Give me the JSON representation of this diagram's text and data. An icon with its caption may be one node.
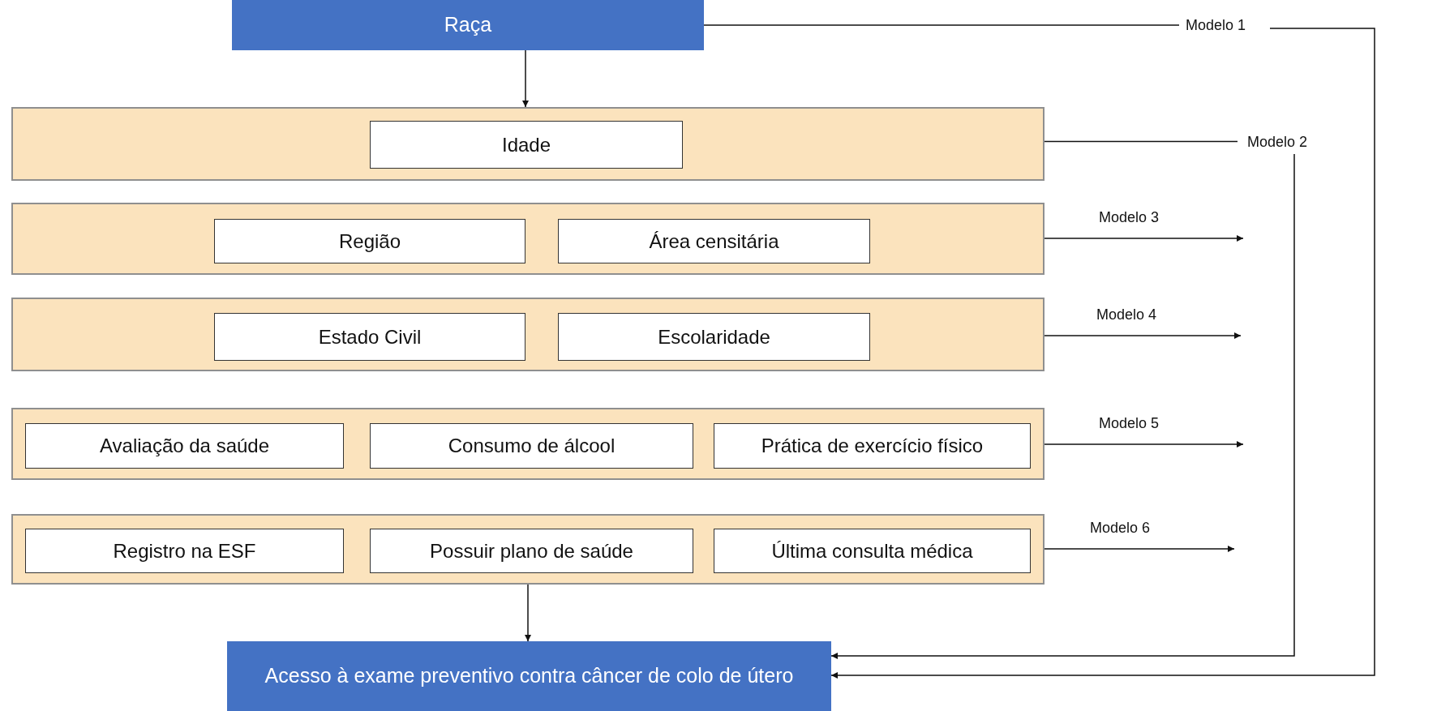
{
  "diagram": {
    "nodes": [
      {
        "text": [
          "Raça"
        ]
      },
      {
        "text": [],
        "shape": "box"
      },
      {
        "text": [
          "Idade"
        ],
        "in": 1
      },
      {
        "text": [],
        "shape": "box"
      },
      {
        "text": [
          "Região"
        ],
        "in": 3
      },
      {
        "text": [
          "Área censitária"
        ],
        "in": 3
      },
      {
        "text": [],
        "shape": "box"
      },
      {
        "text": [
          "Estado Civil"
        ],
        "in": 6
      },
      {
        "text": [
          "Escolaridade"
        ],
        "in": 6
      },
      {
        "text": [],
        "shape": "box"
      },
      {
        "text": [
          "Avaliação da saúde"
        ],
        "in": 9
      },
      {
        "text": [
          "Consumo de álcool"
        ],
        "in": 9
      },
      {
        "text": [
          "Prática de exercício físico"
        ],
        "in": 9
      },
      {
        "text": [],
        "shape": "box"
      },
      {
        "text": [
          "Registro na ESF"
        ],
        "in": 13
      },
      {
        "text": [
          "Possuir plano de saúde"
        ],
        "in": 13
      },
      {
        "text": [
          "Última consulta médica"
        ],
        "in": 13
      },
      {
        "text": [
          "Acesso à exame preventivo contra câncer de colo de útero"
        ]
      },
      {
        "text": [
          "Modelo 1"
        ]
      },
      {
        "text": [
          "Modelo 2"
        ]
      }
    ],
    "edges": [
      {
        "from": 0,
        "to": 1,
        "arrow": "to"
      },
      {
        "from": 13,
        "to": 17,
        "arrow": "to"
      },
      {
        "from": 0,
        "to": 18,
        "arrow": "none"
      },
      {
        "from": 18,
        "to": 17,
        "arrow": "to"
      },
      {
        "from": 1,
        "to": 19,
        "arrow": "none"
      },
      {
        "from": 19,
        "to": 17,
        "arrow": "to"
      },
      {
        "from": 3,
        "to": null,
        "arrow": "to",
        "label": "Modelo 3"
      },
      {
        "from": 6,
        "to": null,
        "arrow": "to",
        "label": "Modelo 4"
      },
      {
        "from": 9,
        "to": null,
        "arrow": "to",
        "label": "Modelo 5"
      },
      {
        "from": 13,
        "to": null,
        "arrow": "to",
        "label": "Modelo 6"
      }
    ]
  }
}
